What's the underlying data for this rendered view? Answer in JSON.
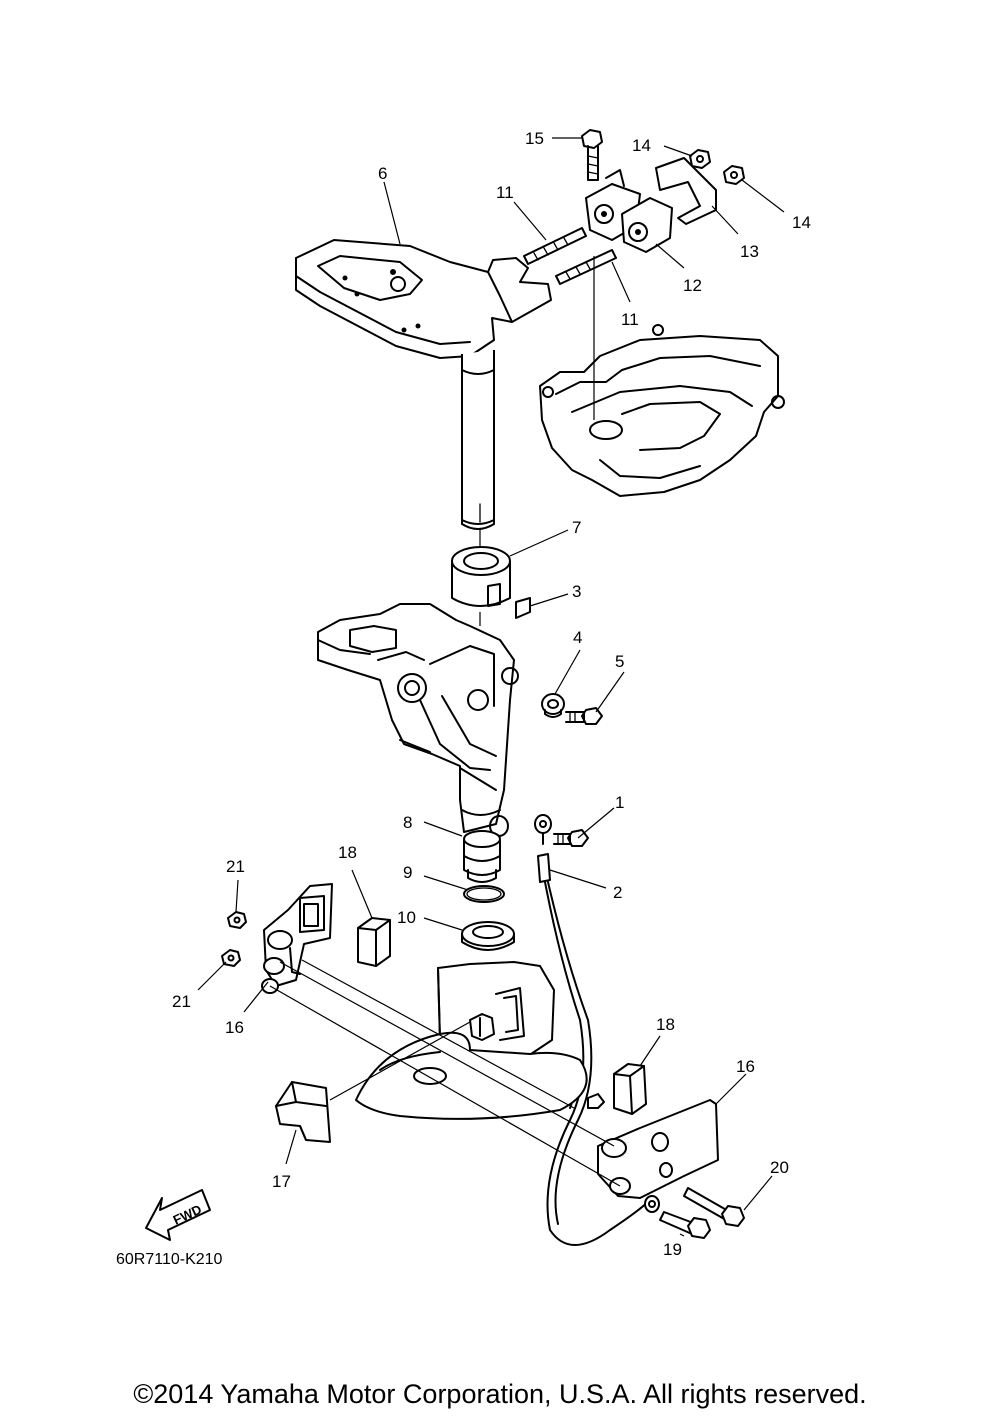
{
  "diagram": {
    "drawing_code": "60R7110-K210",
    "fwd_label": "FWD",
    "callouts": [
      "1",
      "2",
      "3",
      "4",
      "5",
      "6",
      "7",
      "8",
      "9",
      "10",
      "11",
      "11",
      "12",
      "13",
      "14",
      "14",
      "15",
      "16",
      "16",
      "17",
      "18",
      "18",
      "19",
      "20",
      "21",
      "21"
    ]
  },
  "footer": {
    "copyright": "©2014 Yamaha Motor Corporation, U.S.A. All rights reserved."
  }
}
